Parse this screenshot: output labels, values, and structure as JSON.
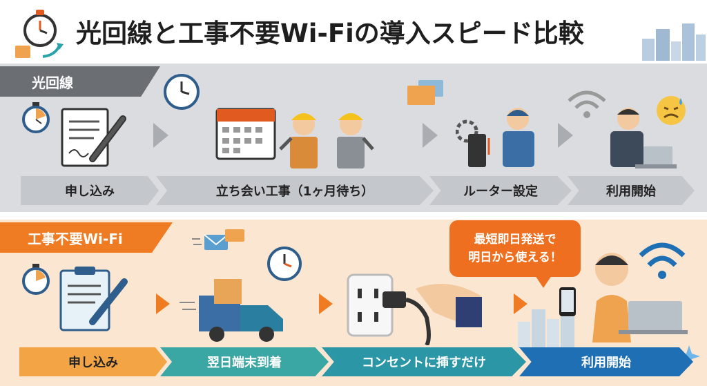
{
  "title": "光回線と工事不要Wi-Fiの導入スピード比較",
  "fiber": {
    "label": "光回線",
    "steps": [
      "申し込み",
      "立ち会い工事（1ヶ月待ち）",
      "ルーター設定",
      "利用開始"
    ]
  },
  "nowork": {
    "label": "工事不要Wi-Fi",
    "steps": [
      "申し込み",
      "翌日端末到着",
      "コンセントに挿すだけ",
      "利用開始"
    ],
    "bubble_line1": "最短即日発送で",
    "bubble_line2": "明日から使える！"
  },
  "colors": {
    "gray_panel": "#dadcdf",
    "gray_tab": "#6b6e73",
    "orange_panel": "#fbe6d2",
    "orange_accent": "#ef7b22",
    "teal": "#2aa3a8",
    "blue": "#1f6fb4"
  },
  "icons": [
    "stopwatch-icon",
    "clock-icon",
    "document-icon",
    "pen-icon",
    "calendar-icon",
    "worker-icon",
    "folder-icon",
    "router-icon",
    "wifi-icon",
    "sad-face-icon",
    "email-icon",
    "truck-icon",
    "outlet-icon",
    "plug-icon",
    "smartphone-icon",
    "laptop-icon",
    "city-icon",
    "sparkle-icon"
  ]
}
